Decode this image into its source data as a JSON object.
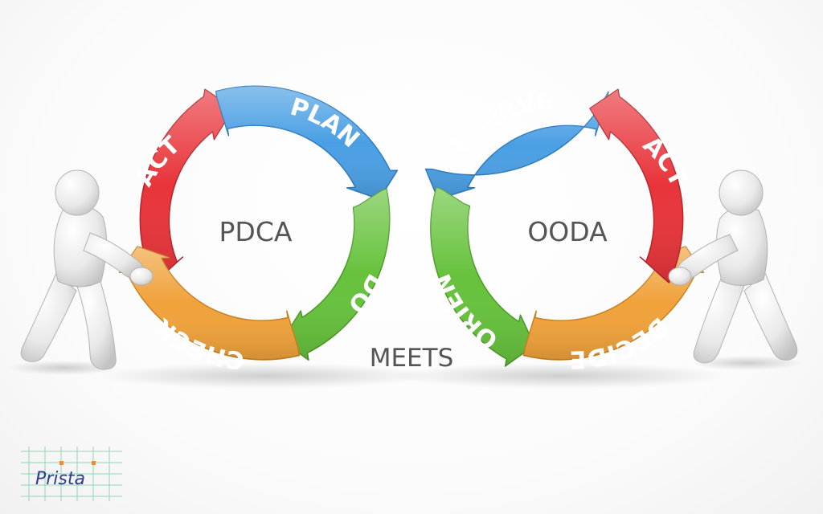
{
  "pdca": {
    "center": "PDCA",
    "segments": [
      {
        "id": "plan",
        "label": "PLAN",
        "color": "#4a9fe4"
      },
      {
        "id": "do",
        "label": "DO",
        "color": "#66c23c"
      },
      {
        "id": "check",
        "label": "CHECK",
        "color": "#f0a23a"
      },
      {
        "id": "act",
        "label": "ACT",
        "color": "#e8343a"
      }
    ]
  },
  "ooda": {
    "center": "OODA",
    "segments": [
      {
        "id": "observe",
        "label": "OBSERVE",
        "color": "#4a9fe4"
      },
      {
        "id": "orient",
        "label": "ORIENT",
        "color": "#66c23c"
      },
      {
        "id": "decide",
        "label": "DECIDE",
        "color": "#f0a23a"
      },
      {
        "id": "act",
        "label": "ACT",
        "color": "#e8343a"
      }
    ]
  },
  "connector": "MEETS",
  "logo": {
    "text": "Prista",
    "grid_color": "#8fd6b8",
    "accent": "#f28c28"
  }
}
